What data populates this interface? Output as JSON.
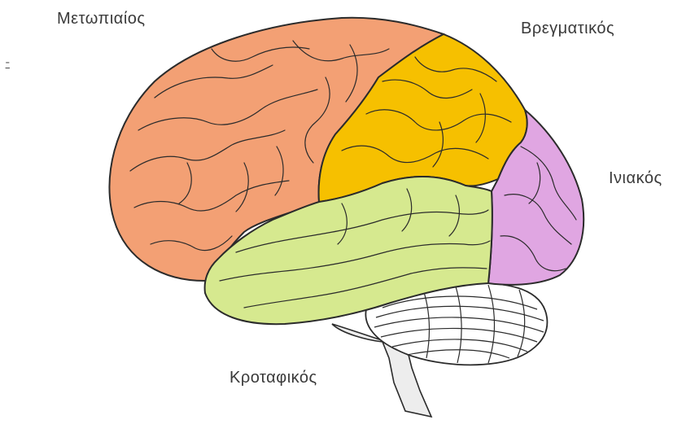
{
  "labels": {
    "frontal": "Μετωπιαίος",
    "parietal": "Βρεγματικός",
    "occipital": "Ινιακός",
    "temporal": "Κροταφικός"
  },
  "stray_mark": "ﾆ",
  "colors": {
    "frontal": "#f3a074",
    "parietal": "#f6c000",
    "occipital": "#e0a6e2",
    "temporal": "#d6e98f",
    "cerebellum": "#ffffff",
    "brainstem": "#ededed",
    "outline": "#2b2b2b"
  }
}
